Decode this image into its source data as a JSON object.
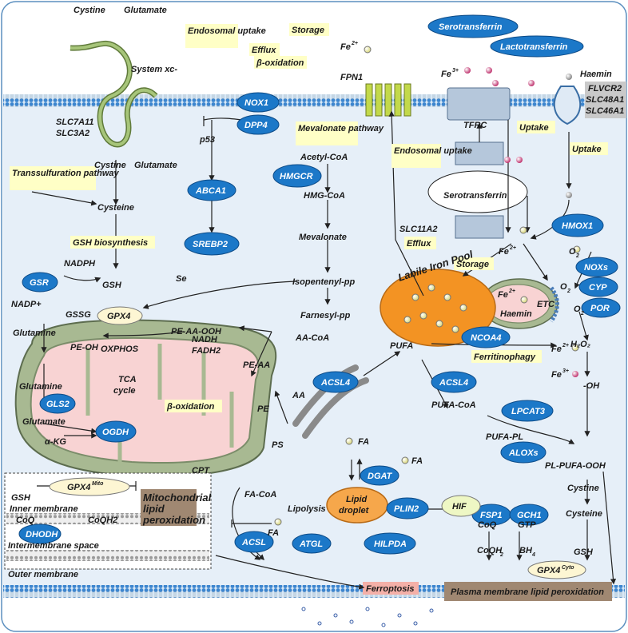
{
  "membrane_labels": {
    "inner_membrane": "Inner membrane",
    "intermembrane_space": "Intermembrane space",
    "outer_membrane": "Outer membrane"
  },
  "proteins": {
    "nox1": "NOX1",
    "dpp4": "DPP4",
    "abca1": "ABCA1",
    "srebp2": "SREBP2",
    "hmgcr": "HMGCR",
    "gsr": "GSR",
    "gls2": "GLS2",
    "ogdh": "OGDH",
    "acsl4_mito": "ACSL4",
    "acsl4_pufa": "ACSL4",
    "lpcat3": "LPCAT3",
    "aloxs": "ALOXs",
    "dgat": "DGAT",
    "plin2": "PLIN2",
    "acsl": "ACSL",
    "atgl": "ATGL",
    "hlipda": "HILPDA",
    "dhodh": "DHODH",
    "fsp1": "FSP1",
    "gch1": "GCH1",
    "hmox1": "HMOX1",
    "noxs": "NOXs",
    "cyp": "CYP",
    "por": "POR",
    "ncoa4": "NCOA4",
    "serotransferrin": "Serotransferrin",
    "lactotransferrin": "Lactotransferrin"
  },
  "ovals_light": {
    "gpx4": "GPX4",
    "gpx4_mito": "GPX4",
    "gpx4_mito_sup": "Mito",
    "gpx4_cyto": "GPX4",
    "gpx4_cyto_sup": "Cyto",
    "hif": "HIF"
  },
  "yellow_labels": {
    "endosomal_uptake_top": "Endosomal uptake",
    "storage_top": "Storage",
    "efflux_top": "Efflux",
    "beta_ox_top": "β-oxidation",
    "mevalonate": "Mevalonate pathway",
    "transsulfuration": "Transsulfuration pathway",
    "gsh_bio": "GSH biosynthesis",
    "endosomal_uptake_mid": "Endosomal uptake",
    "uptake_1": "Uptake",
    "uptake_2": "Uptake",
    "efflux_mid": "Efflux",
    "storage_mid": "Storage",
    "ferritinophagy": "Ferritinophagy",
    "beta_ox_mito": "β-oxidation"
  },
  "labels": {
    "cystine_top": "Cystine",
    "glutamate_top": "Glutamate",
    "system_xc": "System xc-",
    "slc7a11": "SLC7A11",
    "slc3a2": "SLC3A2",
    "p53": "p53",
    "cystine_mid": "Cystine",
    "glutamate_mid": "Glutamate",
    "cysteine": "Cysteine",
    "nadph": "NADPH",
    "gsh": "GSH",
    "nadp": "NADP+",
    "gssg": "GSSG",
    "se": "Se",
    "acetyl_coa": "Acetyl-CoA",
    "hmg_coa": "HMG-CoA",
    "mevalonate_lbl": "Mevalonate",
    "isopentenyl": "Isopentenyl-pp",
    "farnesyl": "Farnesyl-pp",
    "pe_aa_ooh": "PE-AA-OOH",
    "pe_oh": "PE-OH",
    "pe_aa": "PE-AA",
    "aa_coa": "AA-CoA",
    "aa": "AA",
    "pe": "PE",
    "ps": "PS",
    "glutamine_1": "Glutamine",
    "glutamine_2": "Glutamine",
    "glutamate_mito": "Glutamate",
    "akg": "α-KG",
    "oxphos": "OXPHOS",
    "nadh": "NADH",
    "fadh2": "FADH2",
    "tca": "TCA",
    "cycle": "cycle",
    "cpt": "CPT",
    "fa_coa": "FA-CoA",
    "fa_1": "FA",
    "fa_2": "FA",
    "fa_3": "FA",
    "lipolysis": "Lipolysis",
    "lipid": "Lipid",
    "droplet": "droplet",
    "pufa": "PUFA",
    "pufa_coa": "PUFA-CoA",
    "pufa_pl": "PUFA-PL",
    "pl_pufa_ooh": "PL-PUFA-OOH",
    "fe2_top": "Fe",
    "fe3_top": "Fe",
    "fpn1": "FPN1",
    "tfrc": "TFRC",
    "slc11a2": "SLC11A2",
    "haemin_top": "Haemin",
    "flvcr2": "FLVCR2",
    "slc48a1": "SLC48A1",
    "slc46a1": "SLC46A1",
    "fe2_mid": "Fe",
    "labile_iron_pool": "Labile Iron Pool",
    "fe2_mito": "Fe",
    "haemin_mito": "Haemin",
    "etc": "ETC",
    "o2_1": "O",
    "o2_2": "O",
    "o2_minus": "O",
    "h2o2": "H₂O₂",
    "fe2_low": "Fe",
    "fe3_low": "Fe",
    "oh": "-OH",
    "cystine_r": "Cystine",
    "cysteine_r": "Cysteine",
    "gsh_r": "GSH",
    "gsh_mito": "GSH",
    "coq_mito": "CoQ",
    "coqh2_mito": "CoQH2",
    "coq_r": "CoQ",
    "coqh2_r": "CoQH",
    "gtp": "GTP",
    "bh4": "BH",
    "mito_lipid": "Mitochondrial lipid peroxidation",
    "ferroptosis": "Ferroptosis",
    "plasma_lipid": "Plasma membrane lipid peroxidation"
  },
  "colors": {
    "cell_bg": "#e4eef8",
    "protein": "#1c78c8",
    "yellow": "#ffffc6",
    "membrane": "#4a90d2",
    "mito_outer": "#9fb38e",
    "mito_inner": "#f9d9d9",
    "lipid_droplet": "#f6a74b",
    "iron_pool": "#f39323",
    "brown": "#a08872",
    "ferro": "#f4b0a8"
  }
}
